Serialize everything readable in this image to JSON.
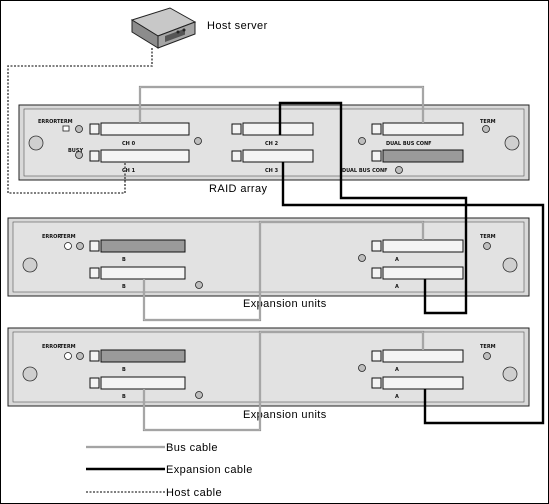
{
  "host": {
    "label": "Host server"
  },
  "raid": {
    "caption": "RAID array",
    "error_label": "ERROR",
    "term_label": "TERM",
    "busy_label": "BUSY",
    "ch0_label": "CH 0",
    "ch1_label": "CH 1",
    "ch2_label": "CH 2",
    "ch3_label": "CH 3",
    "term_right_label": "TERM",
    "dual_bus_label": "DUAL BUS CONF",
    "dual_bus_label2": "DUAL BUS CONF"
  },
  "expansion_units": [
    {
      "caption": "Expansion  units",
      "error_label": "ERROR",
      "term_label": "TERM",
      "term_right_label": "TERM",
      "b_label": "B",
      "a_label": "A"
    },
    {
      "caption": "Expansion  units",
      "error_label": "ERROR",
      "term_label": "TERM",
      "term_right_label": "TERM",
      "b_label": "B",
      "a_label": "A"
    }
  ],
  "legend": [
    {
      "label": "Bus cable",
      "style": "bus"
    },
    {
      "label": "Expansion cable",
      "style": "expansion"
    },
    {
      "label": "Host cable",
      "style": "host"
    }
  ],
  "colors": {
    "panel": "#d9d9d9",
    "bus_cable": "#8a8a8a",
    "expansion_cable": "#000000",
    "host_cable": "#555555"
  }
}
